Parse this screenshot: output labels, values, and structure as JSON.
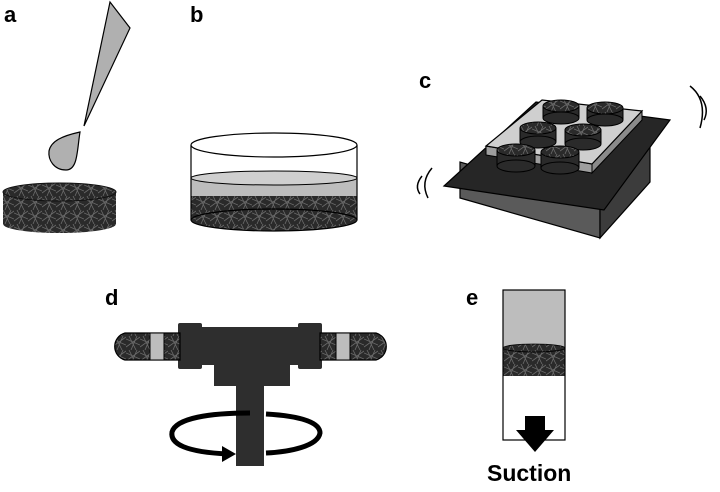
{
  "panels": {
    "a": {
      "label": "a"
    },
    "b": {
      "label": "b"
    },
    "c": {
      "label": "c"
    },
    "d": {
      "label": "d"
    },
    "e": {
      "label": "e"
    }
  },
  "suction_label": "Suction",
  "colors": {
    "scaffold": "#333333",
    "liquid": "#bdbdbd",
    "device": "#2f2f2f",
    "plate": "#cfcfcf",
    "outline": "#000000"
  },
  "icons": [
    "pipette-tip-icon",
    "droplet-icon",
    "rotation-arrow-icon",
    "down-arrow-icon",
    "vibration-waves-icon"
  ]
}
